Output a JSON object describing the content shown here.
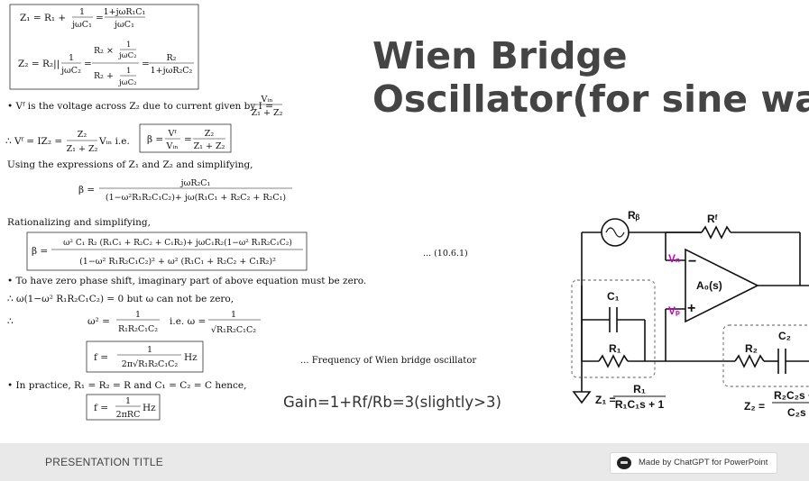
{
  "slide": {
    "title_line1": "Wien Bridge",
    "title_line2": "Oscillator(for sine wav",
    "gain_note": "Gain=1+Rf/Rb=3(slightly>3)"
  },
  "derivation": {
    "z1_lhs": "Z₁ = R₁ +",
    "z1_frac1_num": "1",
    "z1_frac1_den": "jωC₁",
    "z1_frac2_num": "1+jωR₁C₁",
    "z1_frac2_den": "jωC₁",
    "z2_lhs": "Z₂ = R₂||",
    "z2_frac_num": "1",
    "z2_frac_den": "jωC₂",
    "z2_mid_num": "R₂ ×",
    "z2_mid_den": "R₂ +",
    "z2_rhs_num": "R₂",
    "z2_rhs_den": "1+jωR₂C₂",
    "vf_text": "• Vᶠ is the voltage across Z₂ due to current given by I =",
    "vf_frac_num": "Vᵢₙ",
    "vf_frac_den": "Z₁ + Z₂",
    "vf_eq_lhs": "∴ Vᶠ = IZ₂ =",
    "vf_eq_num": "Z₂",
    "vf_eq_den": "Z₁ + Z₂",
    "vf_eq_tail": "Vᵢₙ   i.e.",
    "beta_box_lhs": "β =",
    "beta_box_num1": "Vᶠ",
    "beta_box_den1": "Vᵢₙ",
    "beta_box_num2": "Z₂",
    "beta_box_den2": "Z₁ + Z₂",
    "using_text": "Using the expressions of Z₁ and Z₂ and simplifying,",
    "beta2_lhs": "β =",
    "beta2_num": "jωR₂C₁",
    "beta2_den": "(1−ω²R₁R₂C₁C₂)+ jω(R₁C₁ + R₂C₂ + R₂C₁)",
    "rational_text": "Rationalizing and simplifying,",
    "beta3_lhs": "β =",
    "beta3_num": "ω² C₁ R₂ (R₁C₁ + R₂C₂ + C₁R₂)+ jωC₁R₂(1−ω² R₁R₂C₁C₂)",
    "beta3_den": "(1−ω² R₁R₂C₁C₂)² + ω² (R₁C₁ + R₂C₂ + C₁R₂)²",
    "eq_number": "... (10.6.1)",
    "zero_phase_text": "• To have zero phase shift, imaginary part of above equation must be zero.",
    "omega_text": "∴ ω(1−ω² R₁R₂C₁C₂) = 0 but ω can not be zero,",
    "therefore": "∴",
    "omega_sq_lhs": "ω² =",
    "omega_sq_num": "1",
    "omega_sq_den": "R₁R₂C₁C₂",
    "ie_omega": "i.e.   ω =",
    "omega_num": "1",
    "omega_den": "√R₁R₂C₁C₂",
    "freq_lhs": "f =",
    "freq_num": "1",
    "freq_den": "2π√R₁R₂C₁C₂",
    "freq_unit": "Hz",
    "freq_note": "... Frequency of Wien bridge oscillator",
    "practice_text": "• In practice, R₁ = R₂ = R and C₁ = C₂ = C hence,",
    "final_lhs": "f =",
    "final_num": "1",
    "final_den": "2πRC",
    "final_unit": "Hz"
  },
  "circuit": {
    "rb_label": "Rᵦ",
    "rf_label": "Rᶠ",
    "vn_label": "Vₙ",
    "vp_label": "Vₚ",
    "amp_label": "A₀(s)",
    "minus_sign": "−",
    "plus_sign": "+",
    "c1_label": "C₁",
    "r1_label": "R₁",
    "c2_label": "C₂",
    "r2_label": "R₂",
    "z1_lhs": "Z₁ =",
    "z1_num": "R₁",
    "z1_den": "R₁C₁s + 1",
    "z2_lhs": "Z₂ =",
    "z2_num": "R₂C₂s +",
    "z2_den": "C₂s",
    "accent_color": "#cc00cc"
  },
  "footer": {
    "presentation_title": "PRESENTATION TITLE",
    "badge_text": "Made by ChatGPT for PowerPoint"
  }
}
